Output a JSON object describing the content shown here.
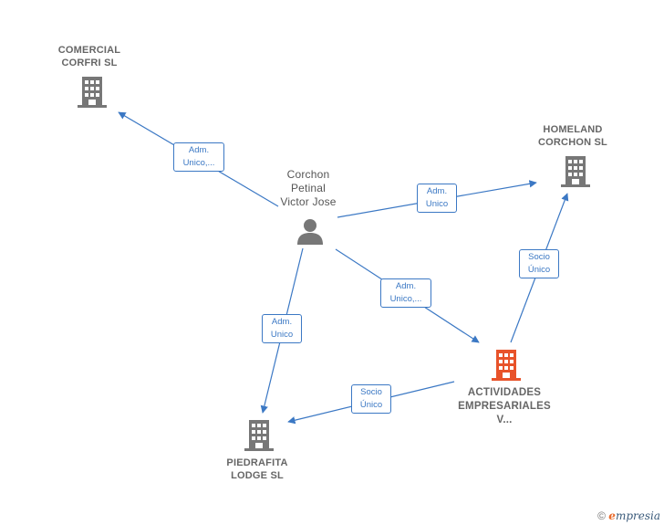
{
  "nodes": {
    "comercial": {
      "label": "COMERCIAL\nCORFRI SL",
      "kind": "company",
      "color": "#777777"
    },
    "homeland": {
      "label": "HOMELAND\nCORCHON  SL",
      "kind": "company",
      "color": "#777777"
    },
    "person": {
      "label": "Corchon\nPetinal\nVictor Jose",
      "kind": "person",
      "color": "#777777"
    },
    "actividades": {
      "label": "ACTIVIDADES\nEMPRESARIALES\nV...",
      "kind": "company",
      "color": "#e8532a"
    },
    "piedrafita": {
      "label": "PIEDRAFITA\nLODGE  SL",
      "kind": "company",
      "color": "#777777"
    }
  },
  "edges": [
    {
      "from": "person",
      "to": "comercial",
      "label": "Adm.\nUnico,..."
    },
    {
      "from": "person",
      "to": "homeland",
      "label": "Adm.\nUnico"
    },
    {
      "from": "person",
      "to": "actividades",
      "label": "Adm.\nUnico,..."
    },
    {
      "from": "person",
      "to": "piedrafita",
      "label": "Adm.\nUnico"
    },
    {
      "from": "actividades",
      "to": "homeland",
      "label": "Socio\nÚnico"
    },
    {
      "from": "actividades",
      "to": "piedrafita",
      "label": "Socio\nÚnico"
    }
  ],
  "colors": {
    "edge": "#3b78c4",
    "company": "#777777",
    "focus": "#e8532a"
  },
  "footer": {
    "copyright": "©",
    "brand_e": "e",
    "brand_rest": "mpresia"
  }
}
